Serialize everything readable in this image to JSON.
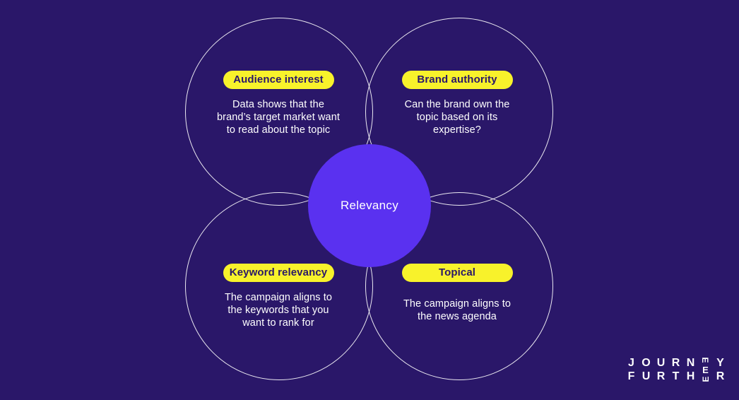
{
  "theme": {
    "background": "#2A1769",
    "center_bg": "#5A31F0",
    "pill_bg": "#F8F22B",
    "pill_text": "#2A1769",
    "text": "#FFFFFF",
    "ring_outline": "#FFFFFF"
  },
  "center": {
    "label": "Relevancy"
  },
  "quadrants": [
    {
      "id": "audience-interest",
      "pill": "Audience interest",
      "description": "Data shows that the\nbrand’s target market want\nto read about the topic"
    },
    {
      "id": "brand-authority",
      "pill": "Brand authority",
      "description": "Can the brand own the\ntopic based on its\nexpertise?"
    },
    {
      "id": "keyword-relevancy",
      "pill": "Keyword relevancy",
      "description": "The campaign aligns to\nthe keywords that you\nwant to rank for"
    },
    {
      "id": "topical",
      "pill": "Topical",
      "description": "The campaign aligns to\nthe news agenda"
    }
  ],
  "logo": {
    "top": [
      "J",
      "O",
      "U",
      "R",
      "N",
      "E",
      "Y"
    ],
    "bottom": [
      "F",
      "U",
      "R",
      "T",
      "H",
      "E",
      "R"
    ]
  }
}
